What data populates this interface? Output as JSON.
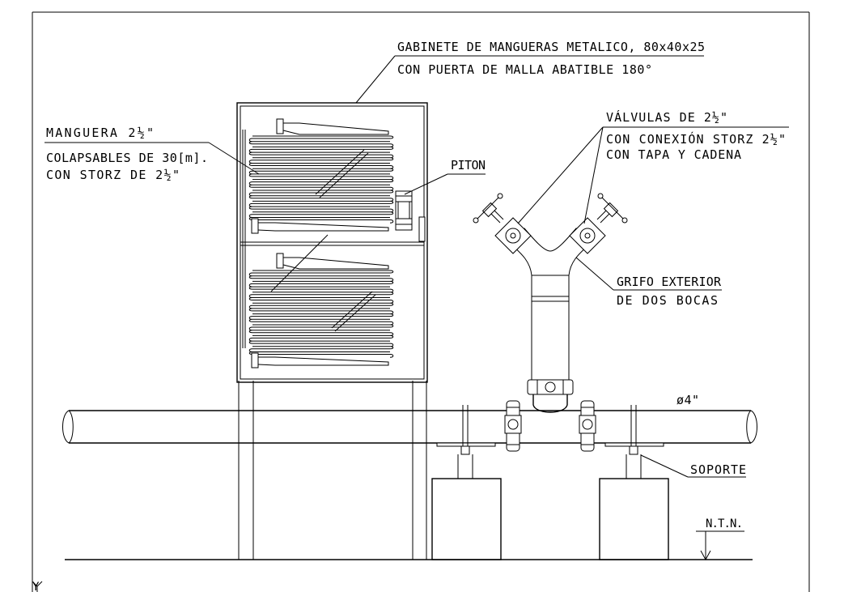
{
  "labels": {
    "cabinet_line1": "GABINETE DE MANGUERAS METALICO, 80x40x25",
    "cabinet_line2": "CON PUERTA DE MALLA ABATIBLE 180°",
    "hose_line1": "MANGUERA 2½\"",
    "hose_line2": "COLAPSABLES DE 30[m].",
    "hose_line3": "CON STORZ DE 2½\"",
    "piton": "PITON",
    "valves_line1": "VÁLVULAS DE 2½\"",
    "valves_line2": "CON CONEXIÓN STORZ 2½\"",
    "valves_line3": "CON TAPA Y CADENA",
    "hydrant_line1": "GRIFO EXTERIOR",
    "hydrant_line2": "DE DOS BOCAS",
    "pipe_diameter": "ø4\"",
    "support": "SOPORTE",
    "ground_level": "N.T.N.",
    "corner_axis": "Y"
  },
  "colors": {
    "line": "#000000",
    "background": "#ffffff"
  }
}
